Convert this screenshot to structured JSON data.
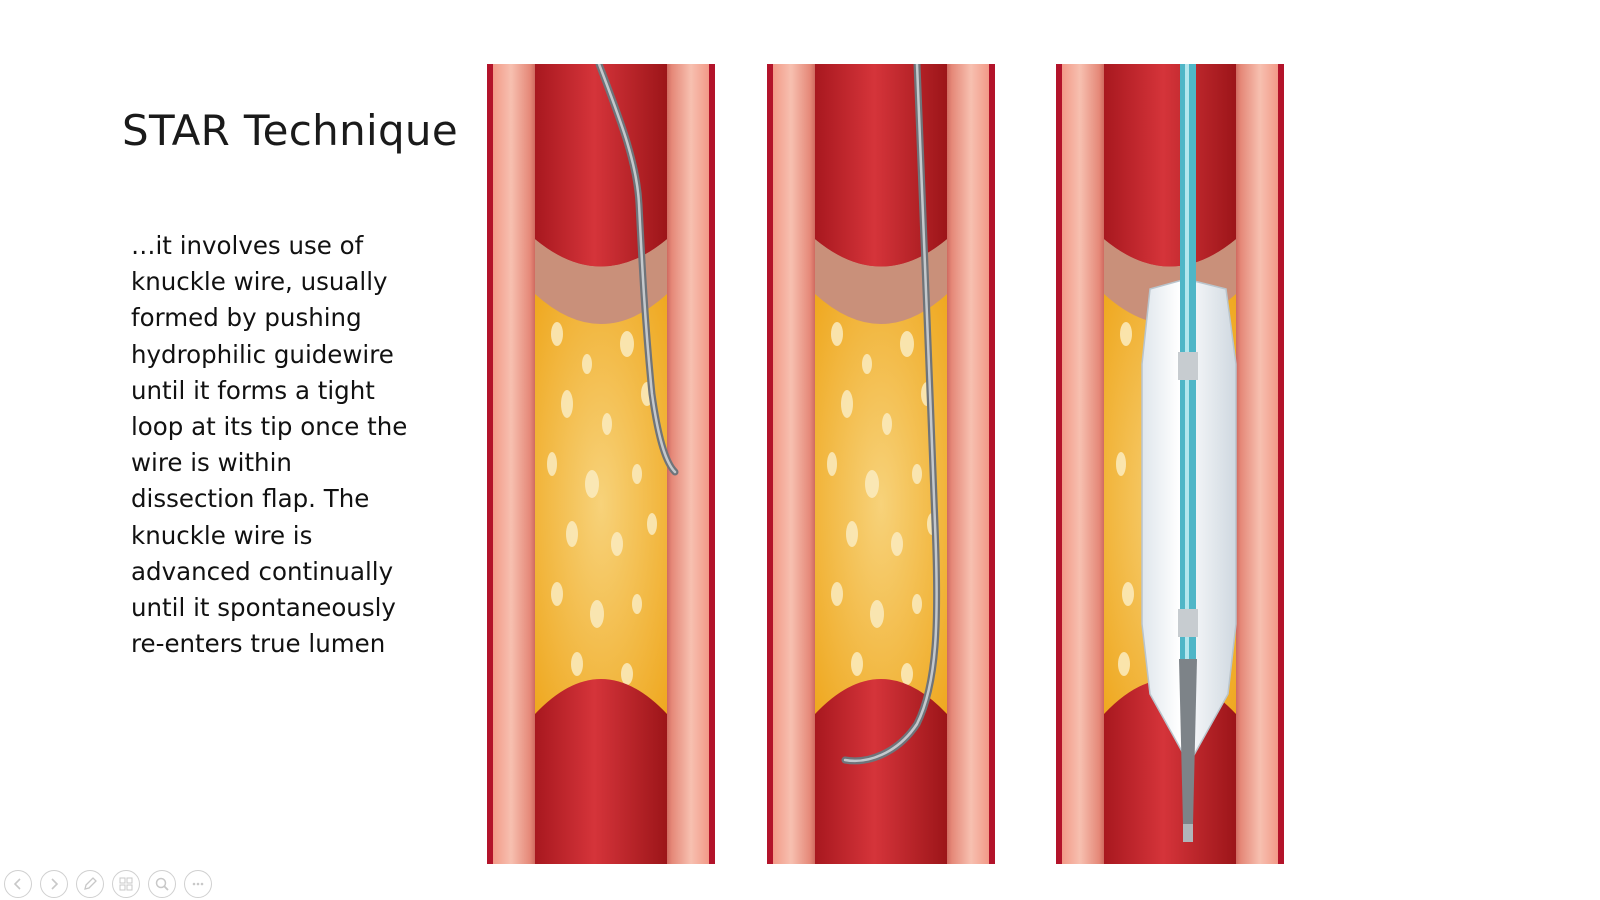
{
  "slide": {
    "title": "STAR Technique",
    "body_lines": [
      "…it involves use of",
      "knuckle wire, usually",
      "formed by pushing",
      "hydrophilic guidewire",
      "until it forms a tight",
      "loop at its tip once the",
      "wire is within",
      "dissection flap. The",
      "knuckle wire is",
      "advanced continually",
      "until it spontaneously",
      "re-enters true lumen"
    ]
  },
  "illustrations": [
    {
      "name": "vessel-wire-entering-plaque"
    },
    {
      "name": "vessel-knuckle-wire-reentry"
    },
    {
      "name": "vessel-balloon-catheter"
    }
  ],
  "toolbar": {
    "buttons": [
      {
        "icon": "previous-slide-icon"
      },
      {
        "icon": "next-slide-icon"
      },
      {
        "icon": "pen-icon"
      },
      {
        "icon": "slides-grid-icon"
      },
      {
        "icon": "zoom-icon"
      },
      {
        "icon": "more-options-icon"
      }
    ]
  },
  "colors": {
    "vessel_wall_outer": "#b3132a",
    "vessel_wall_muscle": "#f0a090",
    "lumen": "#c8242c",
    "plaque": "#f2b62e",
    "plaque_cap": "#c9907a",
    "wire": "#8e9399",
    "balloon": "#e9eef3",
    "catheter": "#4fb6c7"
  }
}
